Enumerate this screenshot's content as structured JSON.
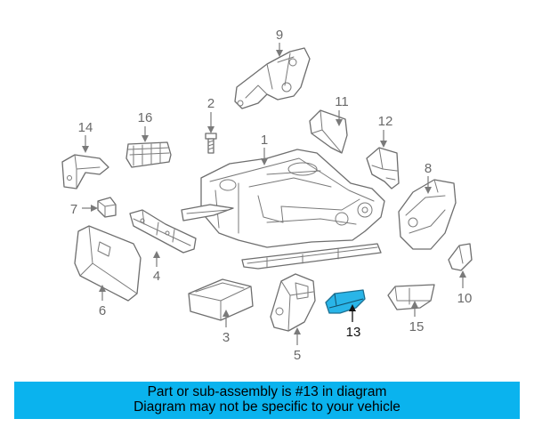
{
  "callouts": {
    "c1": "1",
    "c2": "2",
    "c3": "3",
    "c4": "4",
    "c5": "5",
    "c6": "6",
    "c7": "7",
    "c8": "8",
    "c9": "9",
    "c10": "10",
    "c11": "11",
    "c12": "12",
    "c13": "13",
    "c14": "14",
    "c15": "15",
    "c16": "16"
  },
  "highlight": {
    "part_number": "13",
    "color": "#29b5e8"
  },
  "banner": {
    "line1": "Part or sub-assembly is #13 in diagram",
    "line2": "Diagram may not be specific to your vehicle",
    "background": "#0ab3ee"
  }
}
